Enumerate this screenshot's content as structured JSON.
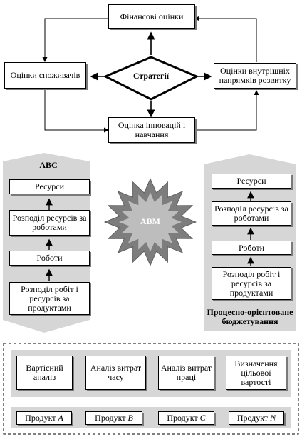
{
  "top_diagram": {
    "center": "Стратегії",
    "top": "Фінансові оцінки",
    "left": "Оцінки споживачів",
    "right": "Оцінки внутрішніх напрямків розвитку",
    "bottom": "Оцінка інновацій і навчання"
  },
  "abc": {
    "title": "АВС",
    "items": [
      "Ресурси",
      "Розподіл ресурсів за роботами",
      "Роботи",
      "Розподіл робіт і ресурсів за продуктами"
    ]
  },
  "abm": {
    "label": "АВМ"
  },
  "process": {
    "items": [
      "Ресурси",
      "Розподіл ресурсів за роботами",
      "Роботи",
      "Розподіл робіт і ресурсів за продуктами"
    ],
    "caption": "Процесно-орієнтоване бюджетування"
  },
  "analysis": {
    "items": [
      "Вартісний аналіз",
      "Аналіз витрат часу",
      "Аналіз витрат праці",
      "Визначення цільової вартості"
    ]
  },
  "products": {
    "prefix": "Продукт",
    "letters": [
      "A",
      "B",
      "C",
      "N"
    ]
  }
}
